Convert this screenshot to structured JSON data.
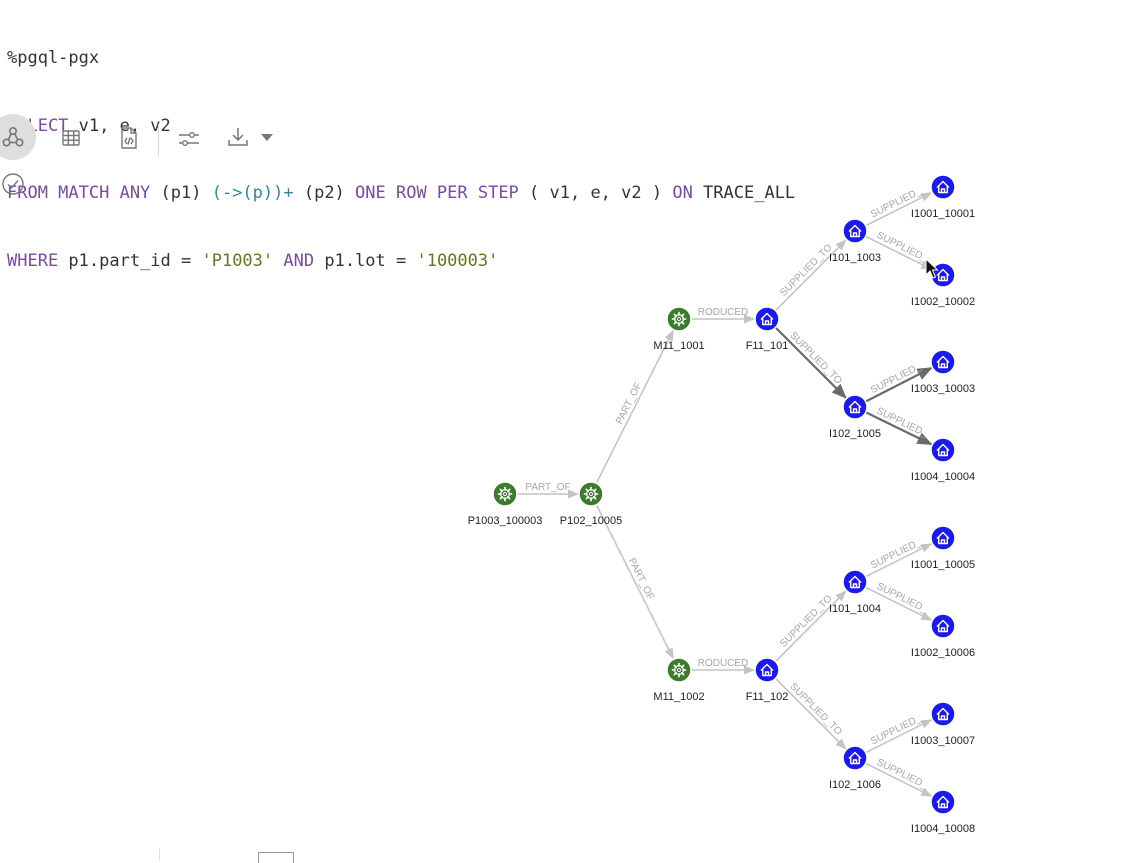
{
  "code": {
    "magic": "%pgql-pgx",
    "line1": [
      "SELECT",
      " v1, e, v2"
    ],
    "line2": [
      "FROM MATCH ANY",
      " (p1) ",
      "(->(p))+",
      " (p2) ",
      "ONE ROW PER STEP",
      " ( v1, e, v2 ) ",
      "ON",
      " TRACE_ALL"
    ],
    "line3": [
      "WHERE",
      " p1.part_id = ",
      "'P1003'",
      " ",
      "AND",
      " p1.lot = ",
      "'100003'"
    ]
  },
  "toolbar": {
    "icons": [
      "graph-view-icon",
      "table-view-icon",
      "code-view-icon",
      "settings-sliders-icon",
      "download-icon",
      "dropdown-caret-icon",
      "check-circle-icon"
    ]
  },
  "colors": {
    "part_node": "#3d7a2e",
    "location_node": "#1a1aee",
    "edge": "#c4c4c4",
    "edge_highlight": "#6a6a6a",
    "edge_label": "#a6a6a6"
  },
  "graph": {
    "nodes": [
      {
        "id": "P1003_100003",
        "label": "P1003_100003",
        "kind": "part"
      },
      {
        "id": "P102_10005",
        "label": "P102_10005",
        "kind": "part"
      },
      {
        "id": "M11_1001",
        "label": "M11_1001",
        "kind": "part"
      },
      {
        "id": "M11_1002",
        "label": "M11_1002",
        "kind": "part"
      },
      {
        "id": "F11_101",
        "label": "F11_101",
        "kind": "location"
      },
      {
        "id": "F11_102",
        "label": "F11_102",
        "kind": "location"
      },
      {
        "id": "I101_1003",
        "label": "I101_1003",
        "kind": "location"
      },
      {
        "id": "I102_1005",
        "label": "I102_1005",
        "kind": "location"
      },
      {
        "id": "I101_1004",
        "label": "I101_1004",
        "kind": "location"
      },
      {
        "id": "I102_1006",
        "label": "I102_1006",
        "kind": "location"
      },
      {
        "id": "I1001_10001",
        "label": "I1001_10001",
        "kind": "location"
      },
      {
        "id": "I1002_10002",
        "label": "I1002_10002",
        "kind": "location"
      },
      {
        "id": "I1003_10003",
        "label": "I1003_10003",
        "kind": "location"
      },
      {
        "id": "I1004_10004",
        "label": "I1004_10004",
        "kind": "location"
      },
      {
        "id": "I1001_10005",
        "label": "I1001_10005",
        "kind": "location"
      },
      {
        "id": "I1002_10006",
        "label": "I1002_10006",
        "kind": "location"
      },
      {
        "id": "I1003_10007",
        "label": "I1003_10007",
        "kind": "location"
      },
      {
        "id": "I1004_10008",
        "label": "I1004_10008",
        "kind": "location"
      }
    ],
    "edges": [
      {
        "from": "P1003_100003",
        "to": "P102_10005",
        "label": "PART_OF",
        "highlight": false
      },
      {
        "from": "P102_10005",
        "to": "M11_1001",
        "label": "PART_OF",
        "highlight": false
      },
      {
        "from": "P102_10005",
        "to": "M11_1002",
        "label": "PART_OF",
        "highlight": false
      },
      {
        "from": "M11_1001",
        "to": "F11_101",
        "label": "RODUCED",
        "highlight": false
      },
      {
        "from": "M11_1002",
        "to": "F11_102",
        "label": "RODUCED",
        "highlight": false
      },
      {
        "from": "F11_101",
        "to": "I101_1003",
        "label": "SUPPLIED_TO",
        "highlight": false
      },
      {
        "from": "F11_101",
        "to": "I102_1005",
        "label": "SUPPLIED_TO",
        "highlight": true
      },
      {
        "from": "I101_1003",
        "to": "I1001_10001",
        "label": "SUPPLIED_",
        "highlight": false
      },
      {
        "from": "I101_1003",
        "to": "I1002_10002",
        "label": "SUPPLIED_",
        "highlight": false
      },
      {
        "from": "I102_1005",
        "to": "I1003_10003",
        "label": "SUPPLIED_",
        "highlight": true
      },
      {
        "from": "I102_1005",
        "to": "I1004_10004",
        "label": "SUPPLIED_",
        "highlight": true
      },
      {
        "from": "F11_102",
        "to": "I101_1004",
        "label": "SUPPLIED_TO",
        "highlight": false
      },
      {
        "from": "F11_102",
        "to": "I102_1006",
        "label": "SUPPLIED_TO",
        "highlight": false
      },
      {
        "from": "I101_1004",
        "to": "I1001_10005",
        "label": "SUPPLIED_",
        "highlight": false
      },
      {
        "from": "I101_1004",
        "to": "I1002_10006",
        "label": "SUPPLIED_",
        "highlight": false
      },
      {
        "from": "I102_1006",
        "to": "I1003_10007",
        "label": "SUPPLIED_",
        "highlight": false
      },
      {
        "from": "I102_1006",
        "to": "I1004_10008",
        "label": "SUPPLIED_",
        "highlight": false
      }
    ]
  }
}
